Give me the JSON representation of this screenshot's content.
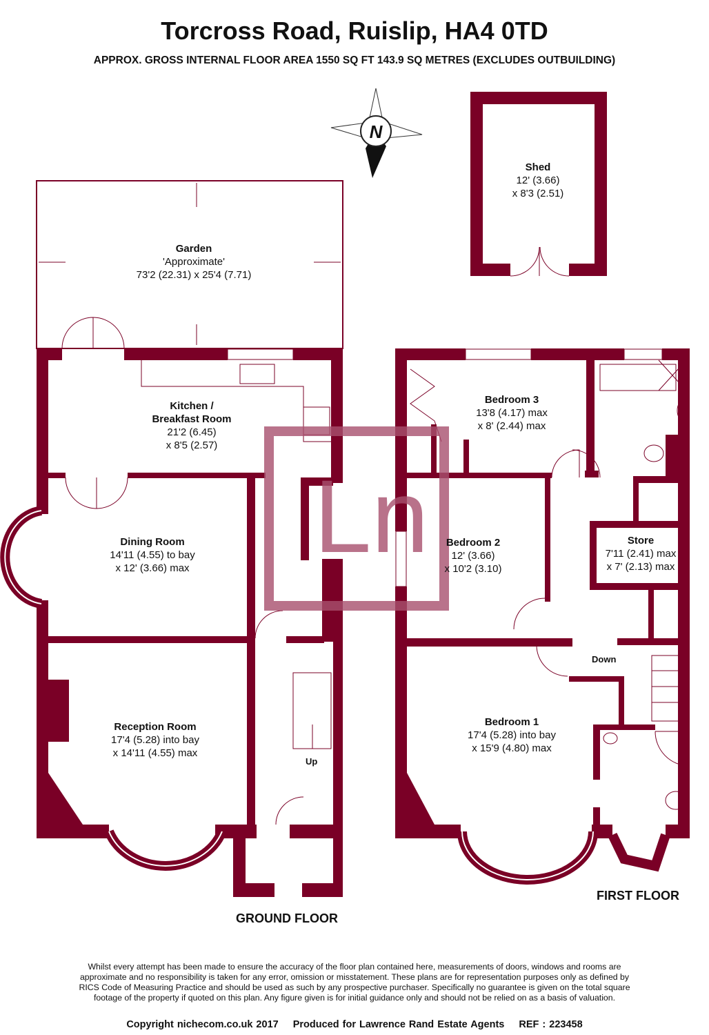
{
  "header": {
    "title": "Torcross Road, Ruislip, HA4 0TD",
    "subtitle": "APPROX. GROSS INTERNAL FLOOR AREA 1550 SQ FT 143.9 SQ METRES (EXCLUDES OUTBUILDING)"
  },
  "compass": {
    "label": "N",
    "icon": "compass-icon"
  },
  "rooms": {
    "shed": {
      "name": "Shed",
      "dim1": "12' (3.66)",
      "dim2": "x 8'3 (2.51)"
    },
    "garden": {
      "name": "Garden",
      "note": "'Approximate'",
      "dim1": "73'2 (22.31) x 25'4 (7.71)"
    },
    "kitchen": {
      "name1": "Kitchen /",
      "name2": "Breakfast Room",
      "dim1": "21'2 (6.45)",
      "dim2": "x 8'5 (2.57)"
    },
    "dining": {
      "name": "Dining Room",
      "dim1": "14'11 (4.55) to bay",
      "dim2": "x 12' (3.66) max"
    },
    "reception": {
      "name": "Reception Room",
      "dim1": "17'4 (5.28) into bay",
      "dim2": "x 14'11 (4.55) max"
    },
    "bedroom3": {
      "name": "Bedroom 3",
      "dim1": "13'8 (4.17) max",
      "dim2": "x 8' (2.44) max"
    },
    "bedroom2": {
      "name": "Bedroom 2",
      "dim1": "12' (3.66)",
      "dim2": "x 10'2 (3.10)"
    },
    "store": {
      "name": "Store",
      "dim1": "7'11 (2.41) max",
      "dim2": "x 7' (2.13) max"
    },
    "bedroom1": {
      "name": "Bedroom 1",
      "dim1": "17'4 (5.28) into bay",
      "dim2": "x 15'9 (4.80) max"
    }
  },
  "labels": {
    "up": "Up",
    "down": "Down",
    "ground_floor": "GROUND FLOOR",
    "first_floor": "FIRST FLOOR"
  },
  "watermark": {
    "text": "Ln"
  },
  "footer": {
    "disclaimer": "Whilst every attempt has been made to ensure the accuracy of the floor plan contained here, measurements of doors, windows and rooms are approximate and no responsibility is taken for any error, omission or misstatement. These plans are for representation purposes only as defined by RICS Code of Measuring Practice and should be used as such by any prospective purchaser. Specifically no guarantee is given on the total square footage of the property if quoted on this plan. Any figure given is for initial guidance only and should not be relied on as a basis of valuation.",
    "copyright": "Copyright nichecom.co.uk 2017",
    "produced": "Produced for Lawrence Rand Estate Agents",
    "ref": "REF : 223458"
  },
  "colors": {
    "wall": "#7a0026",
    "watermark": "#a8506e"
  }
}
